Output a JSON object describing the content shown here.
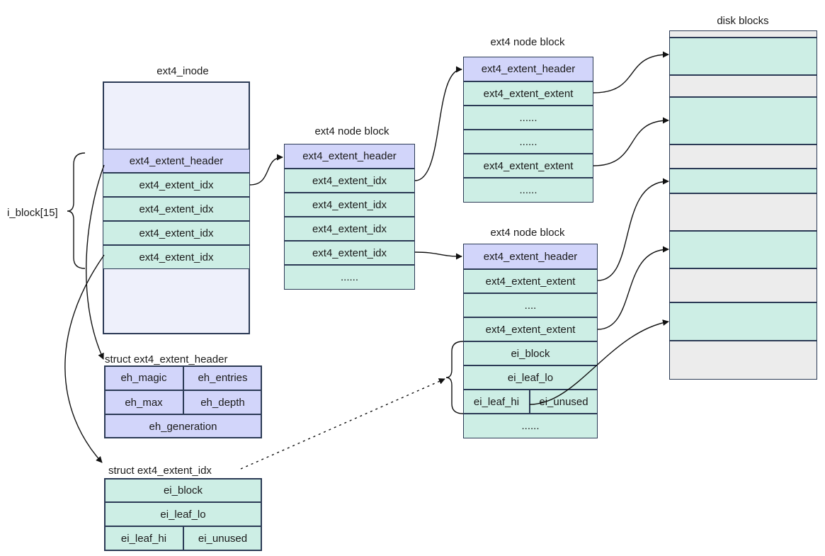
{
  "inode": {
    "title": "ext4_inode",
    "header": "ext4_extent_header",
    "idx": [
      "ext4_extent_idx",
      "ext4_extent_idx",
      "ext4_extent_idx",
      "ext4_extent_idx"
    ],
    "brace_label": "i_block[15]"
  },
  "mid_block": {
    "title": "ext4 node block",
    "header": "ext4_extent_header",
    "idx": [
      "ext4_extent_idx",
      "ext4_extent_idx",
      "ext4_extent_idx",
      "ext4_extent_idx"
    ],
    "more": "......"
  },
  "top_block": {
    "title": "ext4 node block",
    "header": "ext4_extent_header",
    "rows": [
      "ext4_extent_extent",
      "......",
      "......",
      "ext4_extent_extent",
      "......"
    ]
  },
  "bottom_block": {
    "title": "ext4 node block",
    "header": "ext4_extent_header",
    "rows": [
      "ext4_extent_extent",
      "....",
      "ext4_extent_extent"
    ],
    "ei_block": "ei_block",
    "ei_leaf_lo": "ei_leaf_lo",
    "ei_leaf_hi": "ei_leaf_hi",
    "ei_unused": "ei_unused",
    "more": "......"
  },
  "disk": {
    "title": "disk blocks"
  },
  "struct_header": {
    "title": "struct ext4_extent_header",
    "eh_magic": "eh_magic",
    "eh_entries": "eh_entries",
    "eh_max": "eh_max",
    "eh_depth": "eh_depth",
    "eh_generation": "eh_generation"
  },
  "struct_idx": {
    "title": "struct ext4_extent_idx",
    "ei_block": "ei_block",
    "ei_leaf_lo": "ei_leaf_lo",
    "ei_leaf_hi": "ei_leaf_hi",
    "ei_unused": "ei_unused"
  },
  "colors": {
    "header": "#d2d5fa",
    "entry": "#cdeee5",
    "free": "#ececec",
    "border": "#2b3a55"
  }
}
